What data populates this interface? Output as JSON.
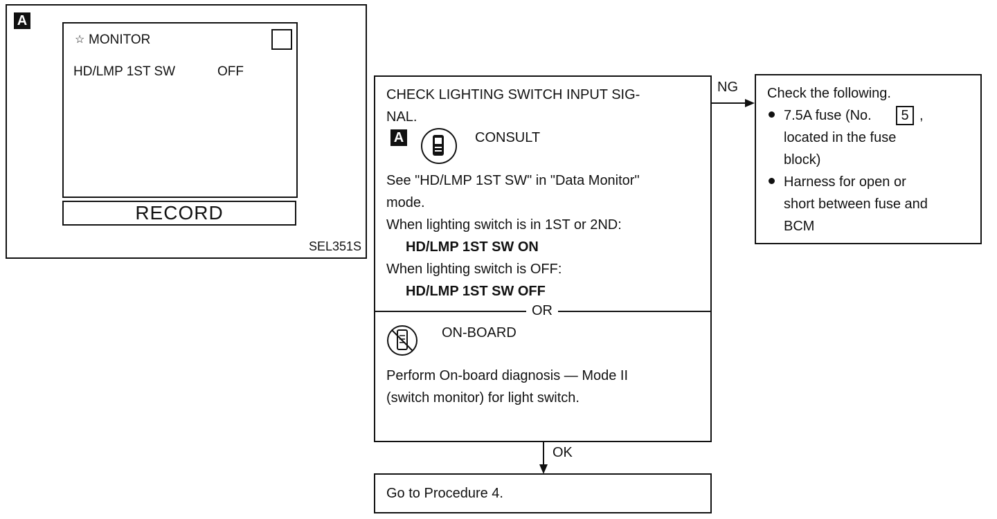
{
  "monitor_panel": {
    "badge": "A",
    "title_icon": "star-icon",
    "title": "MONITOR",
    "item_label": "HD/LMP 1ST SW",
    "item_value": "OFF",
    "record_button": "RECORD",
    "figure_id": "SEL351S"
  },
  "check_box": {
    "title_line1": "CHECK LIGHTING SWITCH INPUT SIG-",
    "title_line2": "NAL.",
    "badge": "A",
    "consult_icon": "consult-tester-icon",
    "consult_label": "CONSULT",
    "see_line1": "See \"HD/LMP 1ST SW\" in \"Data Monitor\"",
    "see_line2": "mode.",
    "cond1": "When lighting switch is in 1ST or 2ND:",
    "result1": "HD/LMP 1ST SW ON",
    "cond2": "When lighting switch is OFF:",
    "result2": "HD/LMP 1ST SW OFF",
    "or_label": "OR",
    "onboard_icon": "no-tester-icon",
    "onboard_label": "ON-BOARD",
    "perform_line1": "Perform On-board diagnosis — Mode II",
    "perform_line2": "(switch monitor) for light switch."
  },
  "ng_label": "NG",
  "ok_label": "OK",
  "ng_box": {
    "heading": "Check the following.",
    "bullet1_pre": "7.5A fuse (No.",
    "fuse_number": "5",
    "bullet1_post": ",",
    "bullet1_line2": "located in the fuse",
    "bullet1_line3": "block)",
    "bullet2_line1": "Harness for open or",
    "bullet2_line2": "short between fuse and",
    "bullet2_line3": "BCM"
  },
  "ok_box": {
    "text": "Go to Procedure 4."
  }
}
